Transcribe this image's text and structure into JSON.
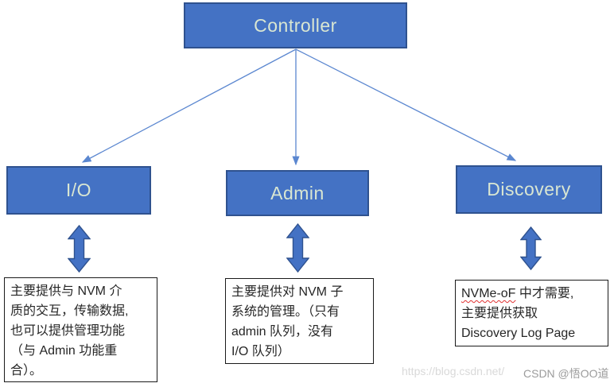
{
  "diagram": {
    "root": {
      "label": "Controller"
    },
    "nodes": [
      {
        "label": "I/O",
        "description": "主要提供与 NVM 介\n质的交互，传输数据,\n也可以提供管理功能\n（与 Admin 功能重\n合）。"
      },
      {
        "label": "Admin",
        "description": "主要提供对 NVM 子\n系统的管理。（只有\nadmin 队列，没有\nI/O 队列）"
      },
      {
        "label": "Discovery",
        "description_spell_flagged": "NVMe-oF",
        "description": " 中才需要,\n主要提供获取\nDiscovery Log Page"
      }
    ]
  },
  "watermark": {
    "url": "https://blog.csdn.net/",
    "credit": "CSDN @悟OO道"
  },
  "colors": {
    "node-fill": "#4472C4",
    "node-border": "#2F528F",
    "node-text": "#D9E6D2",
    "connector": "#5B87D0"
  }
}
